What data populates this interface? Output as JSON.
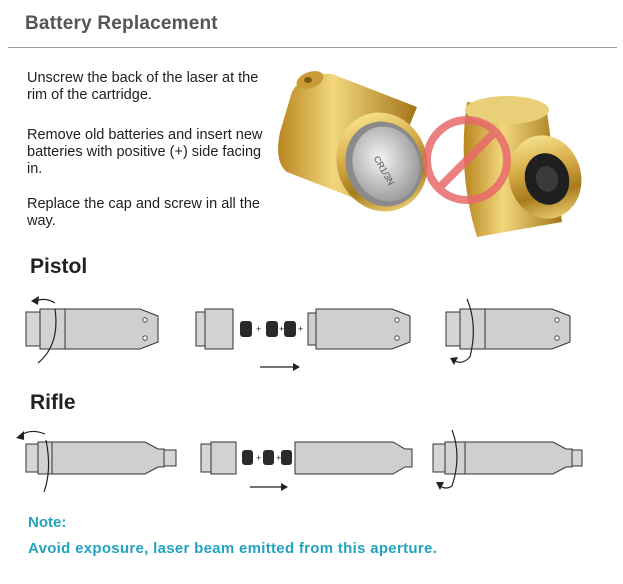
{
  "title": "Battery Replacement",
  "instructions": [
    "Unscrew the back of the laser at the rim of the cartridge.",
    "Remove old batteries and insert new batteries with positive (+) side facing in.",
    "Replace the cap and screw in all the way."
  ],
  "sections": {
    "pistol": "Pistol",
    "rifle": "Rifle"
  },
  "battery_signs": {
    "plus": "+"
  },
  "note": {
    "label": "Note:",
    "text": "Avoid exposure, laser beam emitted from this aperture."
  },
  "colors": {
    "accent": "#22a3c0",
    "brass": "#c9a03c",
    "prohibit": "#e86a6a"
  }
}
